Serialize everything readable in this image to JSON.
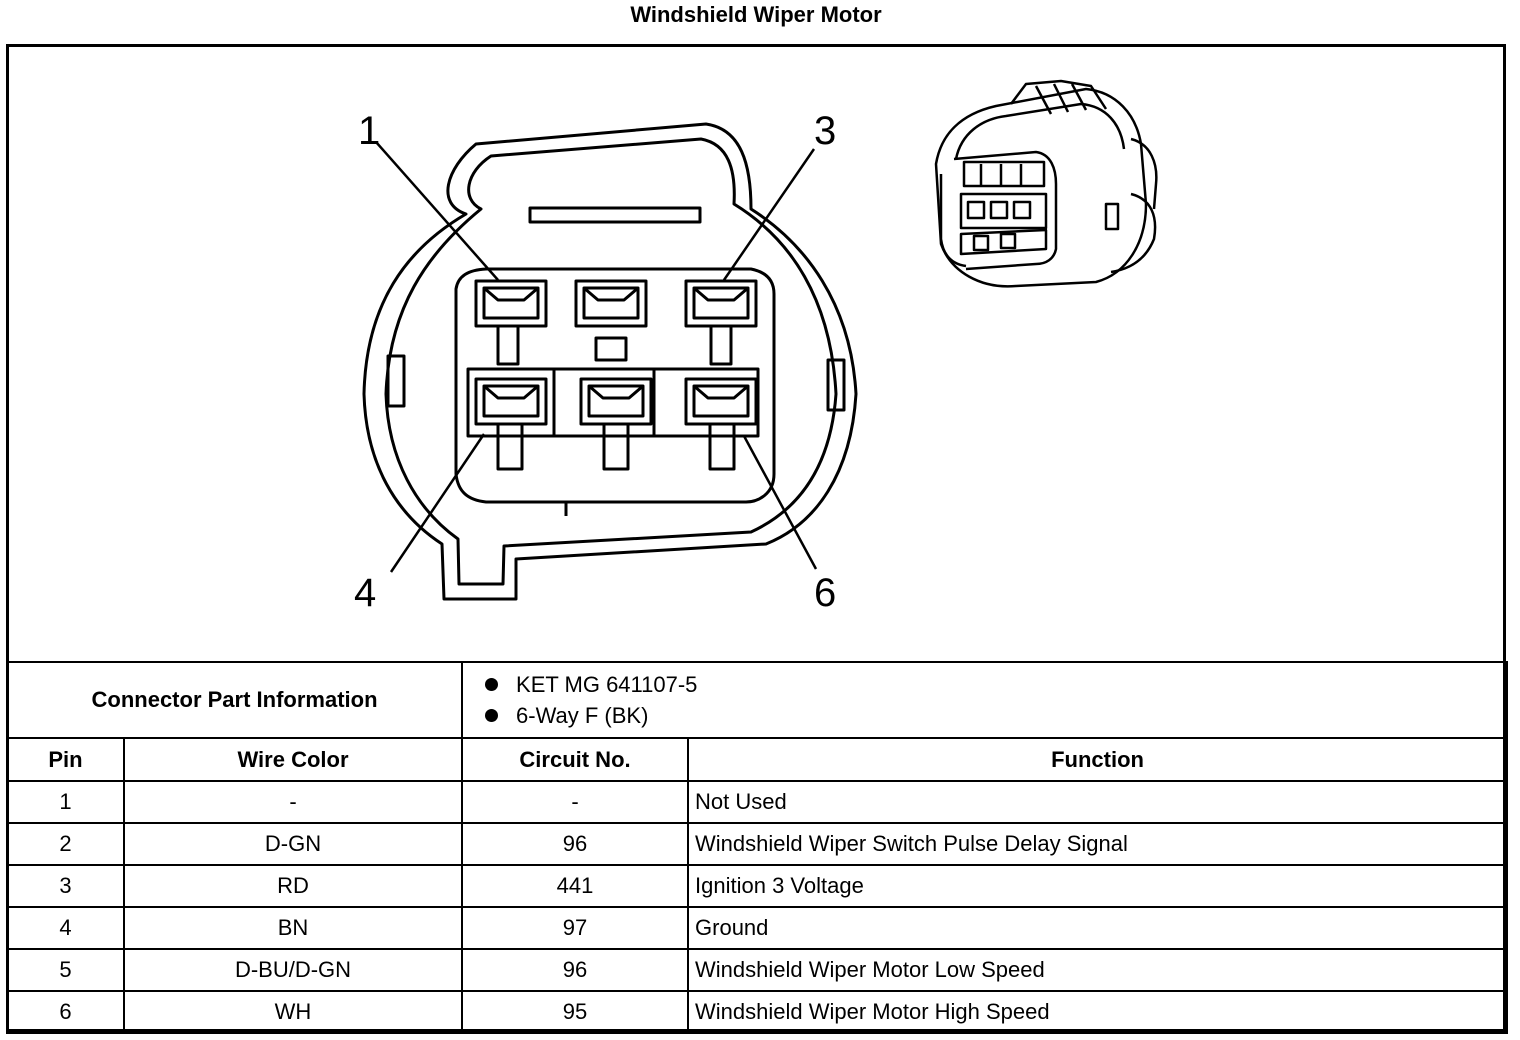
{
  "title": "Windshield Wiper Motor",
  "callouts": [
    "1",
    "3",
    "4",
    "6"
  ],
  "connector_info": {
    "label": "Connector Part Information",
    "items": [
      "KET MG 641107-5",
      "6-Way F (BK)"
    ]
  },
  "table": {
    "headers": [
      "Pin",
      "Wire Color",
      "Circuit No.",
      "Function"
    ],
    "rows": [
      [
        "1",
        "-",
        "-",
        "Not Used"
      ],
      [
        "2",
        "D-GN",
        "96",
        "Windshield Wiper Switch Pulse Delay Signal"
      ],
      [
        "3",
        "RD",
        "441",
        "Ignition 3 Voltage"
      ],
      [
        "4",
        "BN",
        "97",
        "Ground"
      ],
      [
        "5",
        "D-BU/D-GN",
        "96",
        "Windshield Wiper Motor Low Speed"
      ],
      [
        "6",
        "WH",
        "95",
        "Windshield Wiper Motor High Speed"
      ]
    ]
  }
}
